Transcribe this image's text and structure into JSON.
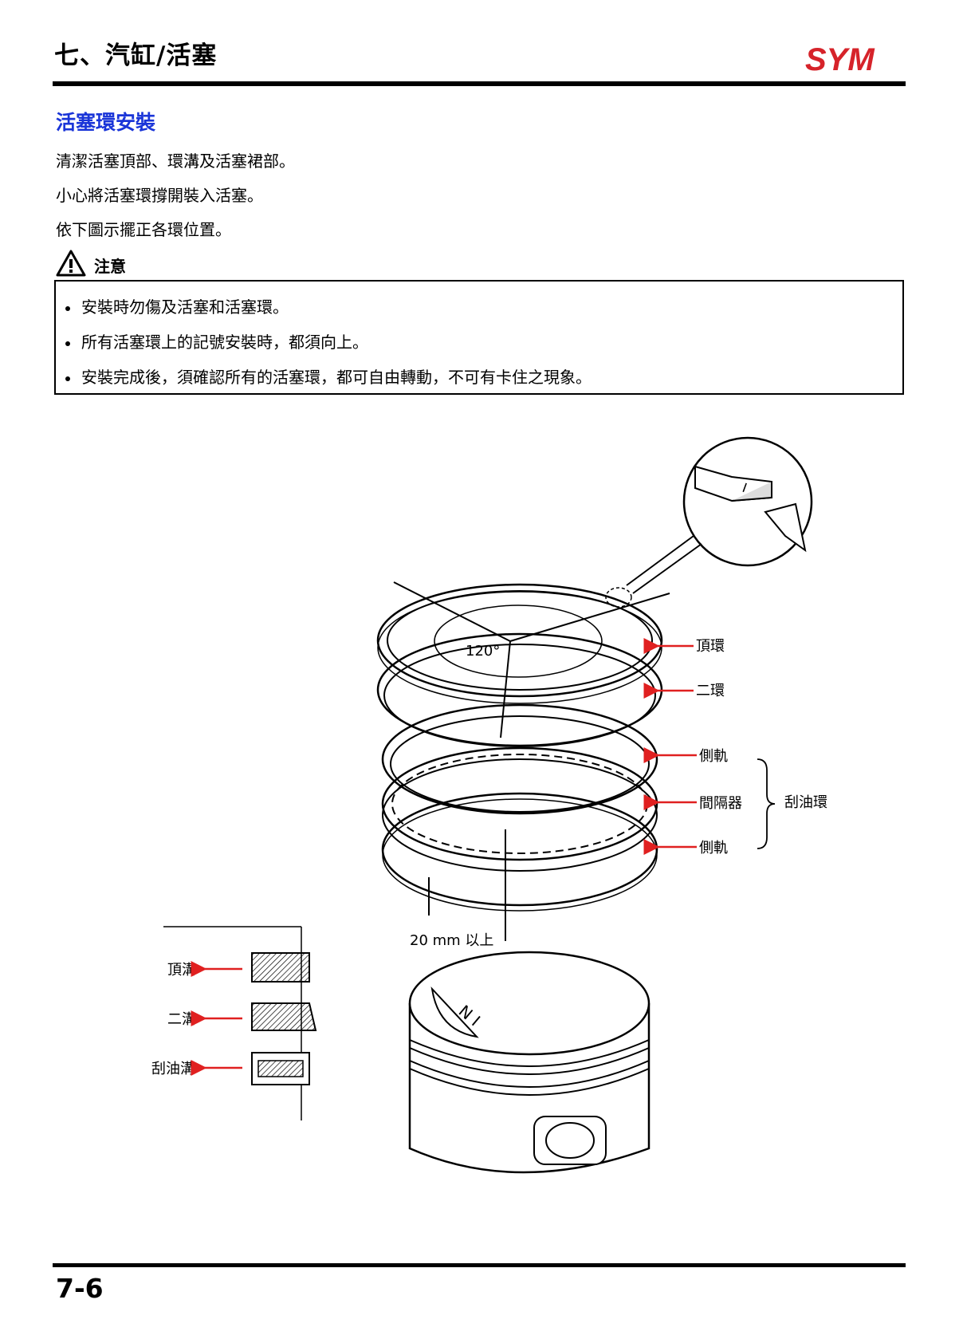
{
  "header": {
    "chapter_title": "七、汽缸/活塞",
    "logo_text": "SYM",
    "brand_color": "#d6232a"
  },
  "section": {
    "heading": "活塞環安裝",
    "heading_color": "#1a35d8",
    "steps": [
      "清潔活塞頂部、環溝及活塞裙部。",
      "小心將活塞環撐開裝入活塞。",
      "依下圖示擺正各環位置。"
    ]
  },
  "caution": {
    "icon": "warning-triangle-icon",
    "label": "注意",
    "items": [
      "安裝時勿傷及活塞和活塞環。",
      "所有活塞環上的記號安裝時，都須向上。",
      "安裝完成後，須確認所有的活塞環，都可自由轉動，不可有卡住之現象。"
    ]
  },
  "diagram": {
    "angle_label": "120°",
    "ring_labels": [
      "頂環",
      "二環",
      "側軌",
      "間隔器",
      "側軌"
    ],
    "oil_ring_label": "刮油環",
    "gap_label": "20 mm 以上",
    "piston_mark": "N I",
    "ring_mark": "I",
    "groove_labels": [
      "頂溝",
      "二溝",
      "刮油溝"
    ],
    "arrow_color": "#e02020"
  },
  "footer": {
    "page_number": "7-6"
  }
}
